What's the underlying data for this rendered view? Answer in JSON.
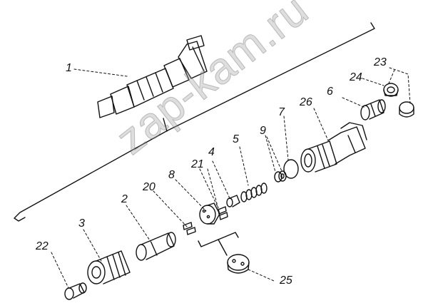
{
  "labels": {
    "p1": "1",
    "p2": "2",
    "p3": "3",
    "p4": "4",
    "p5": "5",
    "p6": "6",
    "p7": "7",
    "p8": "8",
    "p9": "9",
    "p20": "20",
    "p21": "21",
    "p22": "22",
    "p23": "23",
    "p24": "24",
    "p25": "25",
    "p26": "26"
  },
  "watermark": "zap-kam.ru",
  "colors": {
    "ink": "#111111",
    "watermark": "#a0a0a0"
  }
}
